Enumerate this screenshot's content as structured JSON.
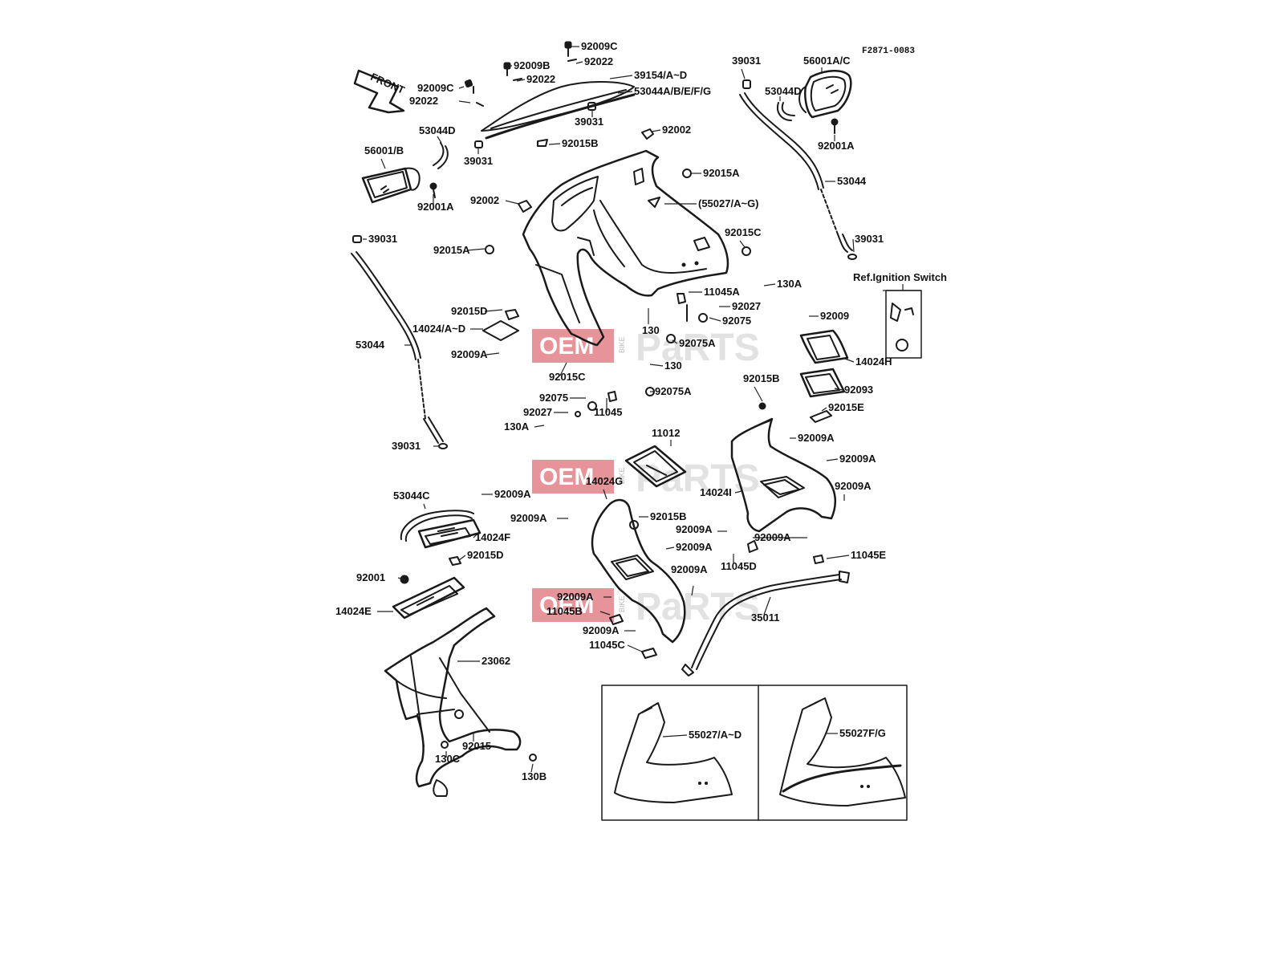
{
  "diagram_code": "F2871-0083",
  "front_label": "FRONT",
  "ref_note": "Ref.Ignition Switch",
  "watermark": {
    "oem": "OEM",
    "bike": "BIKE",
    "parts": "PaRTS"
  },
  "labels": [
    "92009C",
    "92022",
    "92009B",
    "92022",
    "39154/A~D",
    "53044A/B/E/F/G",
    "92009C",
    "92022",
    "39031",
    "92015B",
    "39031",
    "53044D",
    "56001/B",
    "92001A",
    "92002",
    "92015A",
    "92002",
    "(55027/A~G)",
    "92015A",
    "92015C",
    "39031",
    "56001A/C",
    "53044D",
    "92001A",
    "53044",
    "39031",
    "39031",
    "53044",
    "39031",
    "11045A",
    "130A",
    "92027",
    "92075",
    "130",
    "92075A",
    "92015D",
    "14024/A~D",
    "92009A",
    "92015C",
    "130",
    "92075A",
    "92075",
    "92027",
    "11045",
    "130A",
    "92009",
    "14024H",
    "92093",
    "92015E",
    "92015B",
    "92009A",
    "92009A",
    "14024I",
    "92009A",
    "11012",
    "14024G",
    "92015B",
    "92009A",
    "53044C",
    "92009A",
    "14024F",
    "92015D",
    "92009A",
    "92009A",
    "92009A",
    "11045D",
    "11045E",
    "92001",
    "14024E",
    "92009A",
    "92009A",
    "11045B",
    "35011",
    "92009A",
    "11045C",
    "23062",
    "92015",
    "130C",
    "130B",
    "55027/A~D",
    "55027F/G"
  ]
}
